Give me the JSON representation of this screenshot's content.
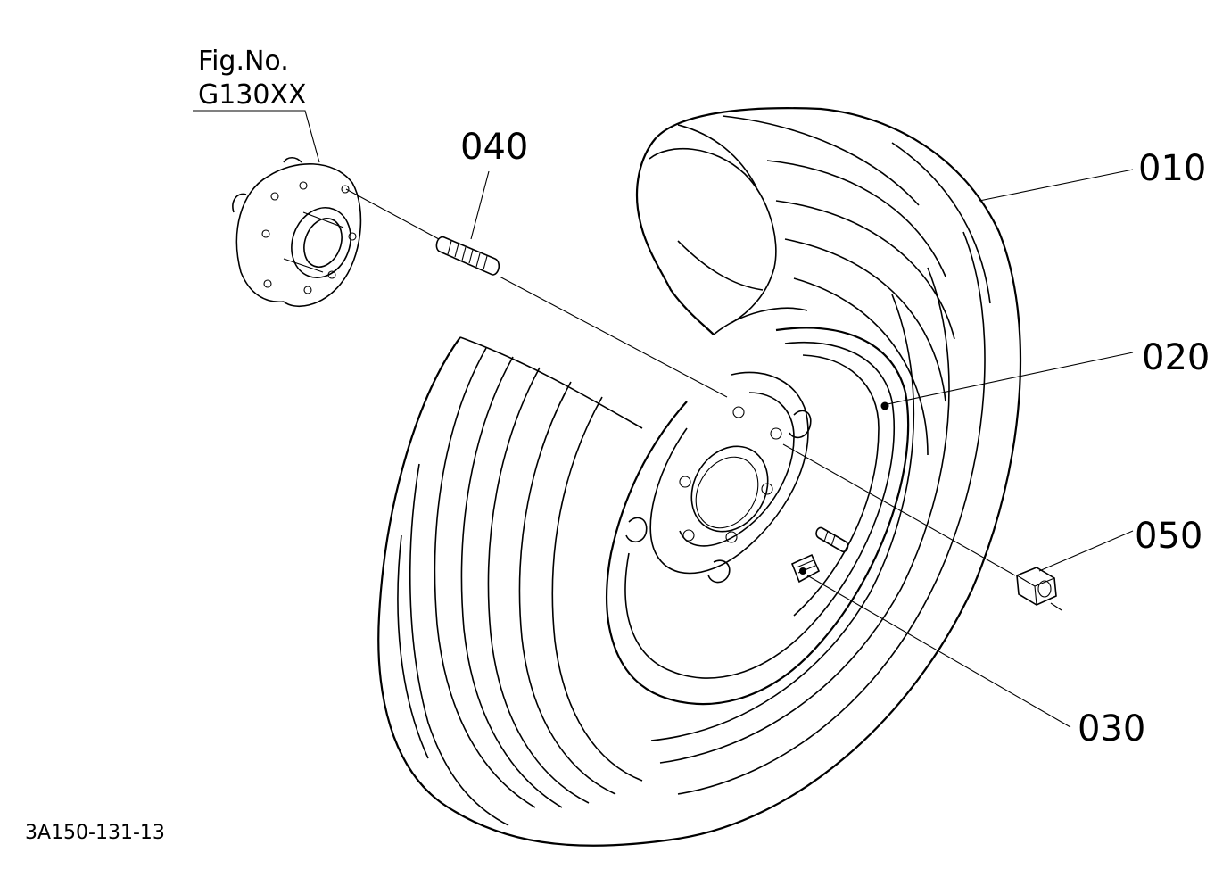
{
  "figure_ref": {
    "line1": "Fig.No.",
    "line2": "G130XX"
  },
  "callouts": [
    {
      "id": "tire",
      "label": "010"
    },
    {
      "id": "rim",
      "label": "020"
    },
    {
      "id": "valve",
      "label": "030"
    },
    {
      "id": "stud",
      "label": "040"
    },
    {
      "id": "nut",
      "label": "050"
    }
  ],
  "drawing_number": "3A150-131-13",
  "colors": {
    "line": "#000000",
    "background": "#ffffff"
  }
}
